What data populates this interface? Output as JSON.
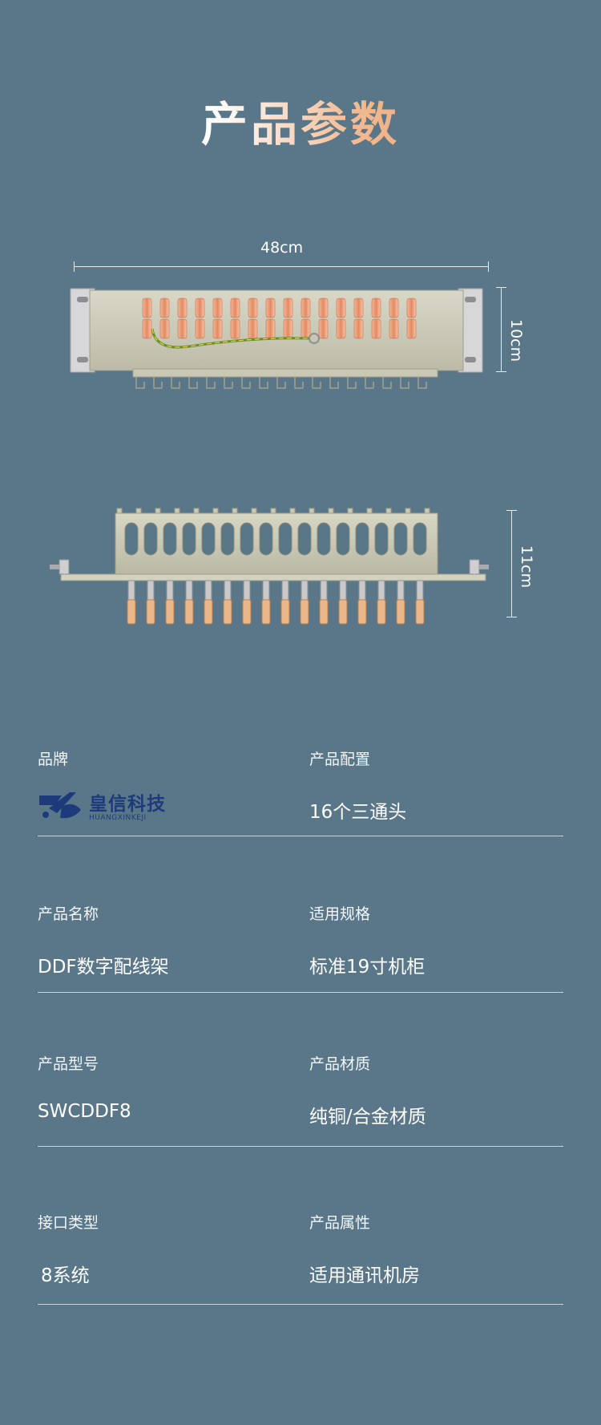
{
  "page": {
    "title": "产品参数"
  },
  "dimensions": {
    "width_top": "48cm",
    "height_top": "10cm",
    "height_bottom": "11cm"
  },
  "brand": {
    "name_cn": "皇信科技",
    "name_en": "HUANGXINKEJI",
    "colors": {
      "logo": "#1d3b7a"
    }
  },
  "specs": [
    {
      "label": "品牌",
      "value": ""
    },
    {
      "label": "产品配置",
      "value": "16个三通头"
    },
    {
      "label": "产品名称",
      "value": "DDF数字配线架"
    },
    {
      "label": "适用规格",
      "value": "标准19寸机柜"
    },
    {
      "label": "产品型号",
      "value": "SWCDDF8"
    },
    {
      "label": "产品材质",
      "value": "纯铜/合金材质"
    },
    {
      "label": "接口类型",
      "value": "8系统"
    },
    {
      "label": "产品属性",
      "value": "适用通讯机房"
    }
  ]
}
